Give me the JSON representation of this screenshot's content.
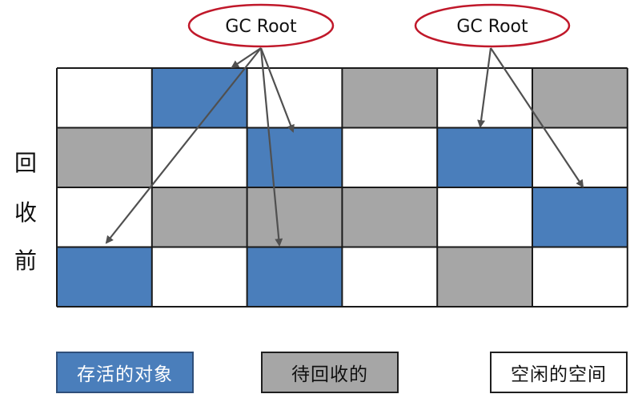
{
  "side_label": [
    "回",
    "收",
    "前"
  ],
  "roots": [
    {
      "id": "root1",
      "label": "GC Root"
    },
    {
      "id": "root2",
      "label": "GC Root"
    }
  ],
  "grid": {
    "rows": 4,
    "cols": 6,
    "cells": [
      [
        "free",
        "alive",
        "free",
        "garbage",
        "free",
        "garbage"
      ],
      [
        "garbage",
        "free",
        "alive",
        "free",
        "alive",
        "free"
      ],
      [
        "free",
        "garbage",
        "garbage",
        "garbage",
        "free",
        "alive"
      ],
      [
        "alive",
        "free",
        "alive",
        "free",
        "garbage",
        "free"
      ]
    ]
  },
  "references": [
    {
      "from": "root1",
      "to_row": 0,
      "to_col": 1
    },
    {
      "from": "root1",
      "to_row": 1,
      "to_col": 2
    },
    {
      "from": "root1",
      "to_row": 3,
      "to_col": 0
    },
    {
      "from": "root1",
      "to_row": 3,
      "to_col": 2
    },
    {
      "from": "root2",
      "to_row": 1,
      "to_col": 4
    },
    {
      "from": "root2",
      "to_row": 2,
      "to_col": 5
    }
  ],
  "legend": {
    "alive": "存活的对象",
    "garbage": "待回收的",
    "free": "空闲的空间"
  },
  "colors": {
    "alive": "#4a7ebb",
    "garbage": "#a6a6a6",
    "free": "#ffffff",
    "grid_line": "#1a1a1a",
    "root_border": "#c0182a",
    "arrow": "#505050"
  }
}
